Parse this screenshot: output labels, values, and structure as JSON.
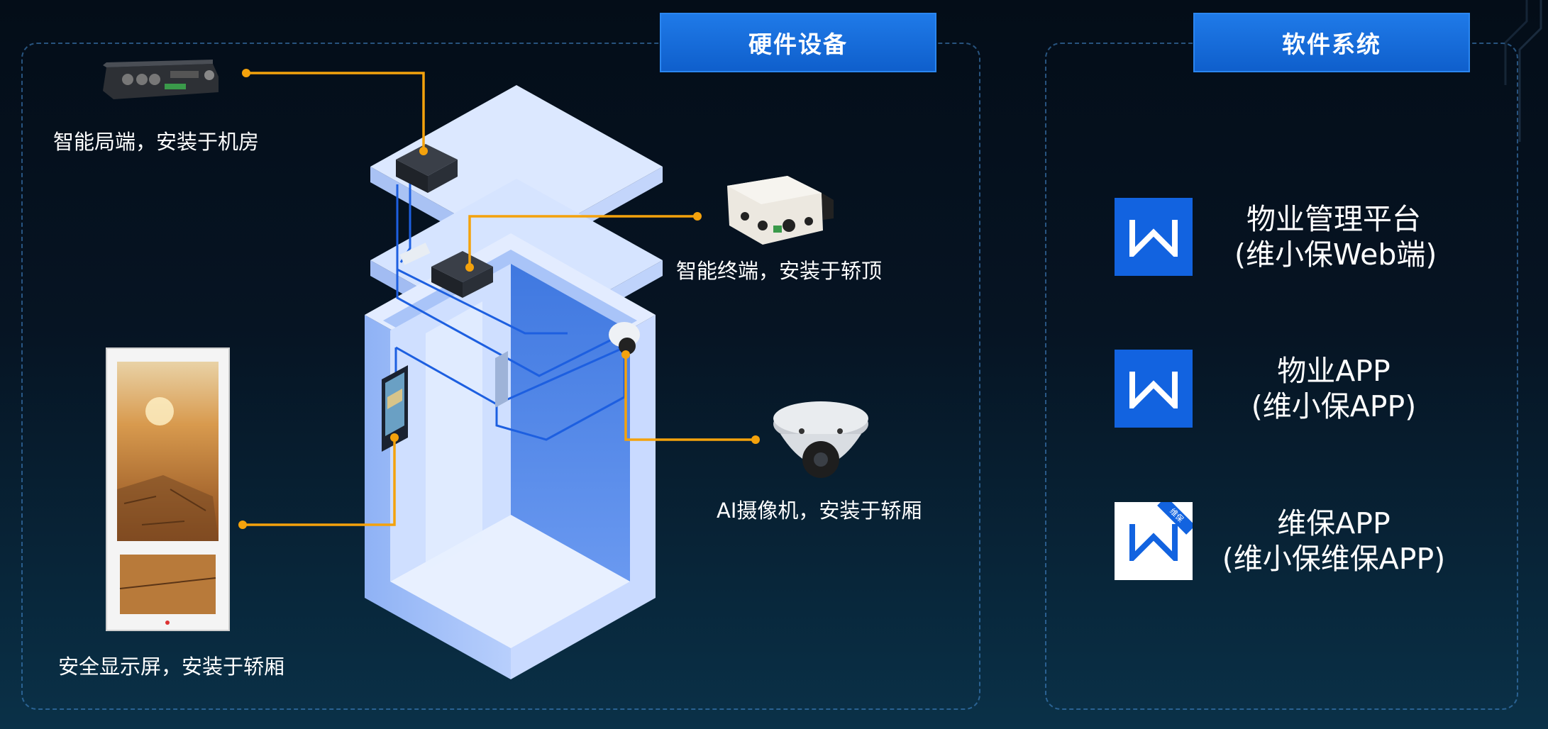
{
  "hardware": {
    "tab_label": "硬件设备",
    "devices": [
      {
        "id": "office-unit",
        "caption": "智能局端，安装于机房"
      },
      {
        "id": "terminal",
        "caption": "智能终端，安装于轿顶"
      },
      {
        "id": "camera",
        "caption": "AI摄像机，安装于轿厢"
      },
      {
        "id": "display",
        "caption": "安全显示屏，安装于轿厢"
      }
    ]
  },
  "software": {
    "tab_label": "软件系统",
    "apps": [
      {
        "line1": "物业管理平台",
        "line2": "(维小保Web端)",
        "icon": "wxb-logo-icon"
      },
      {
        "line1": "物业APP",
        "line2": "(维小保APP)",
        "icon": "wxb-logo-icon"
      },
      {
        "line1": "维保APP",
        "line2": "(维小保维保APP)",
        "icon": "wxb-maintenance-logo-icon",
        "badge": "维保"
      }
    ]
  },
  "colors": {
    "accent_blue": "#1263e0",
    "connector_orange": "#f4a20c",
    "cable_blue": "#1d5fe0",
    "elevator_light": "#cfe0ff"
  }
}
